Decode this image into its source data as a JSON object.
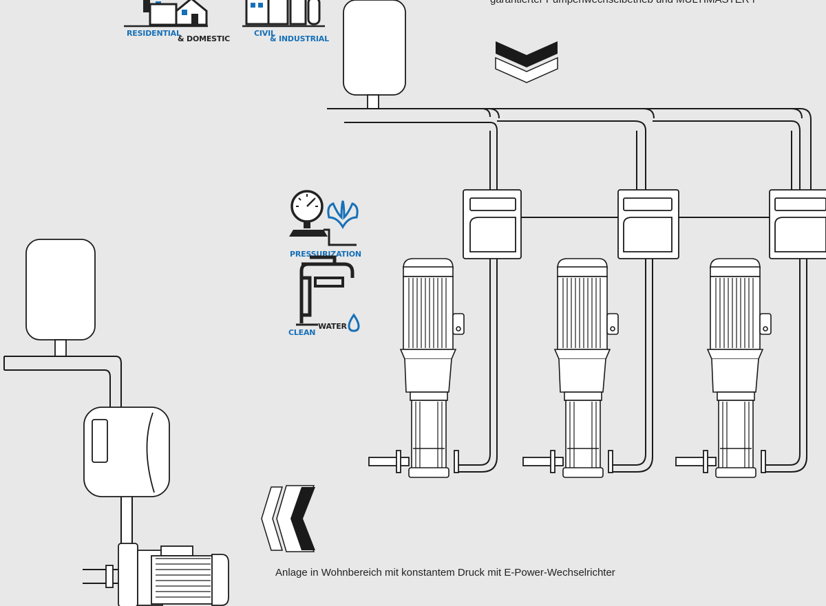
{
  "captions": {
    "top": "garantierter Pumpenwechselbetrieb und MULTIMASTER f",
    "bottom": "Anlage in Wohnbereich mit konstantem Druck mit E-Power-Wechselrichter"
  },
  "badges": {
    "residential": {
      "line1": "RESIDENTIAL",
      "line2": "& DOMESTIC"
    },
    "civil": {
      "line1": "CIVIL",
      "line2": "& INDUSTRIAL"
    },
    "pressurization": "PRESSURIZATION",
    "clean_water": {
      "line1": "CLEAN",
      "line2": "WATER"
    }
  },
  "colors": {
    "accent": "#1670b8",
    "line": "#1a1a1a",
    "background": "#e8e8e8"
  }
}
